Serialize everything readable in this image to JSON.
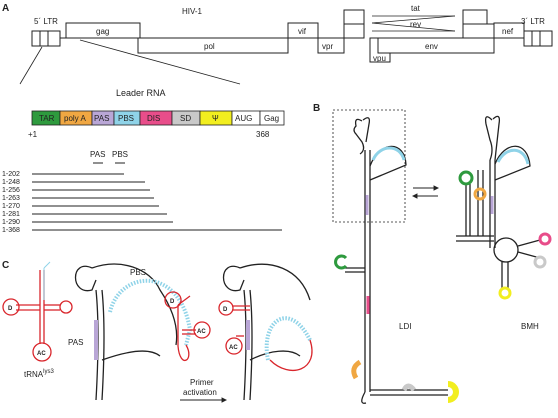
{
  "panels": {
    "a": "A",
    "b": "B",
    "c": "C"
  },
  "genome": {
    "title": "HIV-1",
    "ltr5": "5´ LTR",
    "ltr3": "3´ LTR",
    "genes": [
      "gag",
      "pol",
      "vif",
      "vpr",
      "tat",
      "rev",
      "vpu",
      "env",
      "nef"
    ]
  },
  "leader": {
    "title": "Leader RNA",
    "segments": [
      {
        "label": "TAR",
        "color": "#2e9a3e"
      },
      {
        "label": "poly A",
        "color": "#f0a742"
      },
      {
        "label": "PAS",
        "color": "#b9a6d6"
      },
      {
        "label": "PBS",
        "color": "#8fd3e8"
      },
      {
        "label": "DIS",
        "color": "#e84d8a"
      },
      {
        "label": "SD",
        "color": "#c9c9c9"
      },
      {
        "label": "Ψ",
        "color": "#f2ee1f"
      },
      {
        "label": "AUG",
        "color": "#ffffff"
      },
      {
        "label": "Gag",
        "color": "#ffffff"
      }
    ],
    "start": "+1",
    "end": "368"
  },
  "fragments": {
    "markers": [
      "PAS",
      "PBS"
    ],
    "constructs": [
      "1-202",
      "1-248",
      "1-256",
      "1-263",
      "1-270",
      "1-281",
      "1-290",
      "1-368"
    ]
  },
  "panel_b": {
    "ldi": "LDI",
    "bmh": "BMH"
  },
  "panel_c": {
    "trna_label": "tRNA",
    "trna_sup": "lys3",
    "d": "D",
    "ac": "AC",
    "pbs": "PBS",
    "pas": "PAS",
    "primer": "Primer",
    "activation": "activation"
  },
  "colors": {
    "trna": "#d9262c",
    "pbs": "#8fd3e8",
    "pas": "#b9a6d6"
  }
}
